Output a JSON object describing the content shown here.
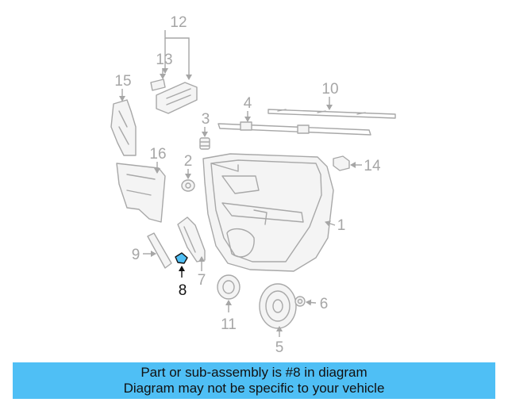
{
  "callouts": {
    "n1": "1",
    "n2": "2",
    "n3": "3",
    "n4": "4",
    "n5": "5",
    "n6": "6",
    "n7": "7",
    "n8": "8",
    "n9": "9",
    "n10": "10",
    "n11": "11",
    "n12": "12",
    "n13": "13",
    "n14": "14",
    "n15": "15",
    "n16": "16"
  },
  "highlight": {
    "part": "8",
    "color": "#4fbff5"
  },
  "caption": {
    "line1": "Part or sub-assembly is #8 in diagram",
    "line2": "Diagram may not be specific to your vehicle",
    "background": "#4fbff5"
  }
}
